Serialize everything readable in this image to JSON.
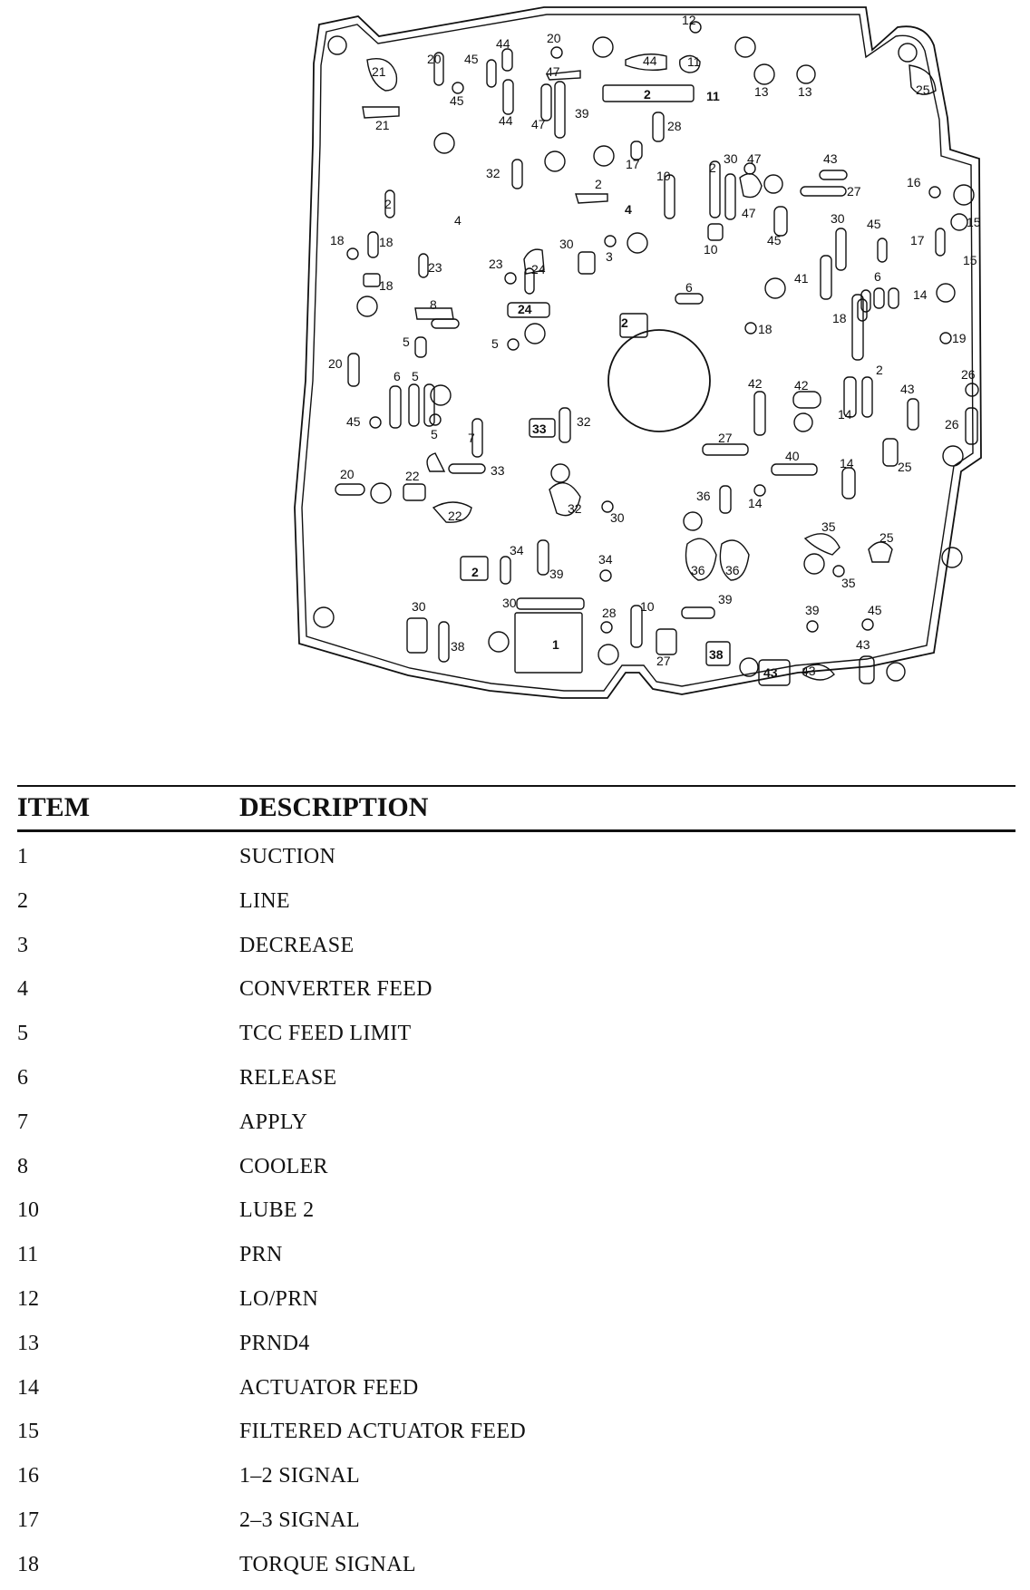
{
  "diagram": {
    "labels": [
      "1",
      "2",
      "3",
      "4",
      "5",
      "6",
      "7",
      "8",
      "10",
      "11",
      "12",
      "13",
      "14",
      "15",
      "16",
      "17",
      "18",
      "19",
      "20",
      "21",
      "22",
      "23",
      "24",
      "25",
      "26",
      "27",
      "28",
      "30",
      "32",
      "33",
      "34",
      "35",
      "36",
      "38",
      "39",
      "40",
      "41",
      "42",
      "43",
      "44",
      "45",
      "47"
    ]
  },
  "legend": {
    "header_item": "ITEM",
    "header_description": "DESCRIPTION",
    "rows": [
      {
        "item": "1",
        "description": "SUCTION"
      },
      {
        "item": "2",
        "description": "LINE"
      },
      {
        "item": "3",
        "description": "DECREASE"
      },
      {
        "item": "4",
        "description": "CONVERTER FEED"
      },
      {
        "item": "5",
        "description": "TCC FEED LIMIT"
      },
      {
        "item": "6",
        "description": "RELEASE"
      },
      {
        "item": "7",
        "description": "APPLY"
      },
      {
        "item": "8",
        "description": "COOLER"
      },
      {
        "item": "10",
        "description": "LUBE 2"
      },
      {
        "item": "11",
        "description": "PRN"
      },
      {
        "item": "12",
        "description": "LO/PRN"
      },
      {
        "item": "13",
        "description": "PRND4"
      },
      {
        "item": "14",
        "description": "ACTUATOR FEED"
      },
      {
        "item": "15",
        "description": "FILTERED ACTUATOR FEED"
      },
      {
        "item": "16",
        "description": "1–2 SIGNAL"
      },
      {
        "item": "17",
        "description": "2–3 SIGNAL"
      },
      {
        "item": "18",
        "description": "TORQUE SIGNAL"
      }
    ]
  }
}
